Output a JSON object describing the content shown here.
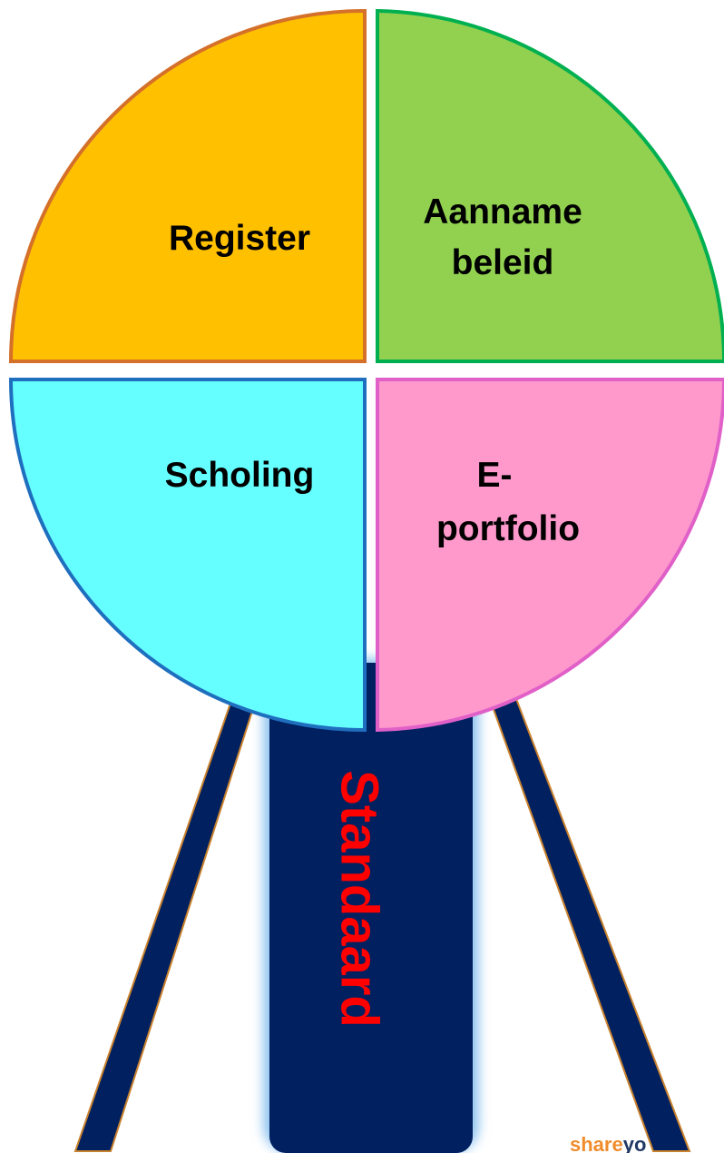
{
  "quadrants": [
    {
      "id": "register",
      "label_lines": [
        "Register"
      ],
      "fill": "#FFC000",
      "stroke": "#D4702A"
    },
    {
      "id": "aanname",
      "label_lines": [
        "Aanname",
        "beleid"
      ],
      "fill": "#92D050",
      "stroke": "#00B050"
    },
    {
      "id": "scholing",
      "label_lines": [
        "Scholing"
      ],
      "fill": "#66FFFF",
      "stroke": "#1F6FBF"
    },
    {
      "id": "eportfolio",
      "label_lines": [
        "E-",
        "portfolio"
      ],
      "fill": "#FF99CC",
      "stroke": "#E060C8"
    }
  ],
  "stand": {
    "label": "Standaard",
    "fill": "#002060",
    "glow": "#8FC4F0",
    "label_color": "#FF0000",
    "leg_stroke": "#C9822E"
  },
  "watermark": {
    "part1": "share",
    "part2": "yo",
    "color1": "#F08C2C",
    "color2": "#1F3864"
  }
}
